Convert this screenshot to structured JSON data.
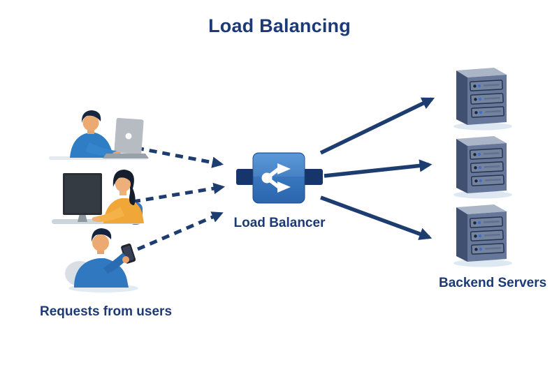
{
  "title": "Load Balancing",
  "left_group": {
    "label": "Requests from users",
    "users": [
      {
        "name": "user-with-laptop"
      },
      {
        "name": "user-with-desktop"
      },
      {
        "name": "user-with-phone"
      }
    ]
  },
  "center": {
    "label": "Load Balancer",
    "icon": "load-balancer-branching-arrows-icon"
  },
  "right_group": {
    "label": "Backend Servers",
    "servers": [
      {
        "name": "backend-server-1"
      },
      {
        "name": "backend-server-2"
      },
      {
        "name": "backend-server-3"
      }
    ]
  },
  "flows": {
    "incoming": {
      "style": "dashed",
      "from": "users",
      "to": "load-balancer",
      "count": 3
    },
    "outgoing": {
      "style": "solid",
      "from": "load-balancer",
      "to": "backend-servers",
      "count": 3
    }
  },
  "colors": {
    "heading_navy": "#1c3a75",
    "arrow_navy": "#1d3c6f",
    "lb_square_blue": "#3b7cc4",
    "lb_tab_navy": "#16356b",
    "server_front": "#66779a",
    "server_side": "#3f5070",
    "server_top": "#aab6c8",
    "shirt_blue": "#2f7dc4",
    "shirt_orange": "#f0a737"
  }
}
